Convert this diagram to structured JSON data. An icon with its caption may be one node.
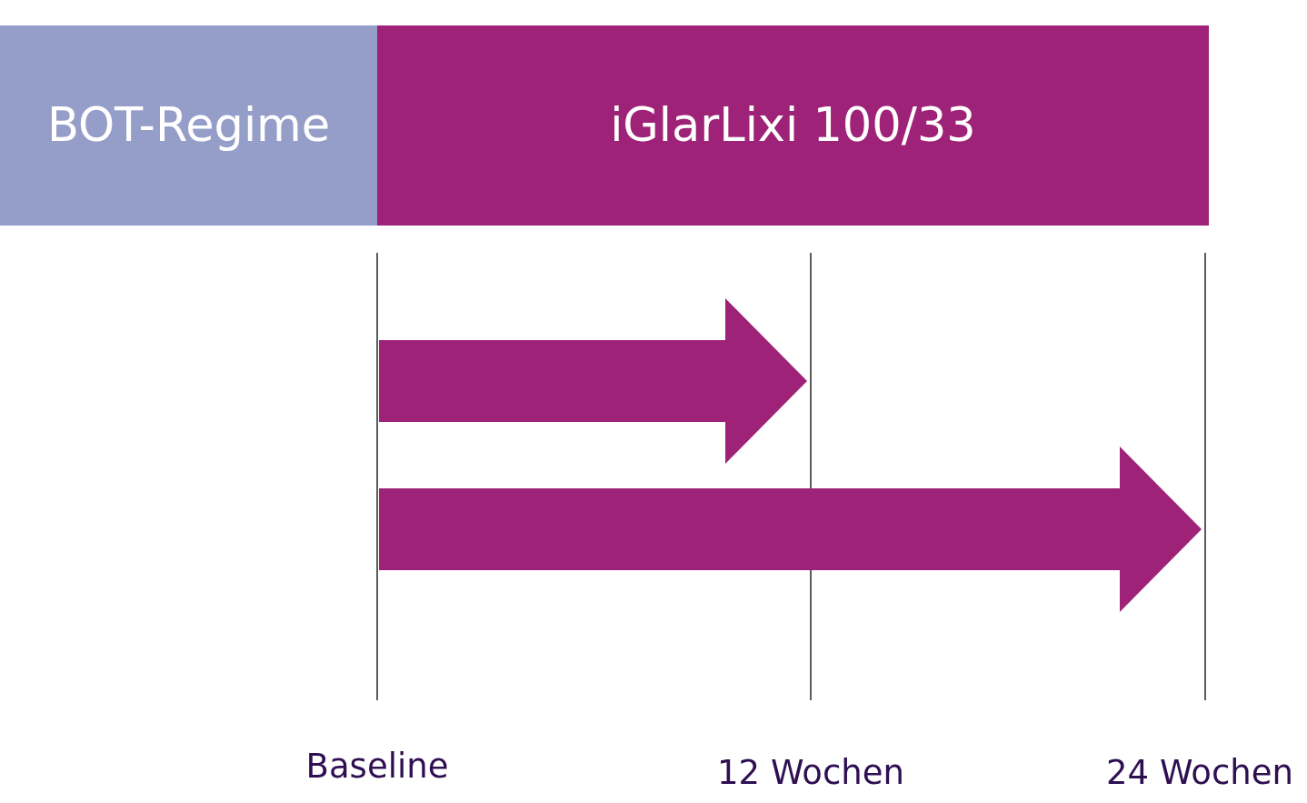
{
  "diagram": {
    "nodes": [
      {
        "text": [
          "BOT-Regime"
        ]
      },
      {
        "text": [
          "iGlarLixi 100/33"
        ]
      }
    ],
    "labels": [
      "Baseline",
      "12 Wochen",
      "24 Wochen"
    ]
  }
}
